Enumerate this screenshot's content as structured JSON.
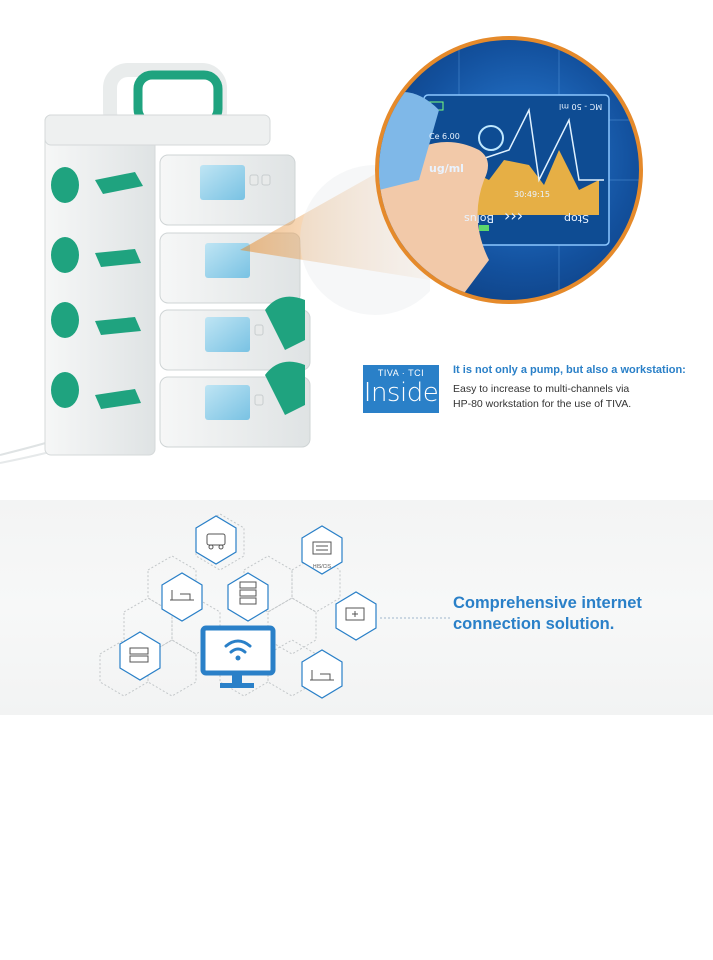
{
  "accent_color": "#2a80c8",
  "highlight_color": "#e58a2b",
  "pump_color": "#1fa37f",
  "product_image": {
    "icon": "syringe-pump-workstation-image"
  },
  "screen_zoom": {
    "volume_label": "MC - 50 ml",
    "value": "Ce 6.00",
    "unit": "ug/ml",
    "time": "30:49:15",
    "bolus_label": "Bolus",
    "stop_label": "Stop"
  },
  "badge": {
    "top_text": "TIVA · TCI",
    "main_text": "Inside"
  },
  "workstation": {
    "heading": "It is not only a pump, but also a workstation:",
    "line1": "Easy to increase to multi-channels via",
    "line2": "HP-80 workstation for the use of TIVA."
  },
  "network": {
    "nodes": [
      {
        "icon": "ambulance-icon"
      },
      {
        "icon": "his-cis-monitor-icon",
        "label": "HIS/CIS"
      },
      {
        "icon": "hospital-bed-icon"
      },
      {
        "icon": "server-icon"
      },
      {
        "icon": "nurse-station-icon"
      },
      {
        "icon": "ward-bed-icon"
      },
      {
        "icon": "pump-rack-icon"
      },
      {
        "icon": "wifi-monitor-icon"
      }
    ],
    "title_line1": "Comprehensive internet",
    "title_line2": "connection solution."
  }
}
